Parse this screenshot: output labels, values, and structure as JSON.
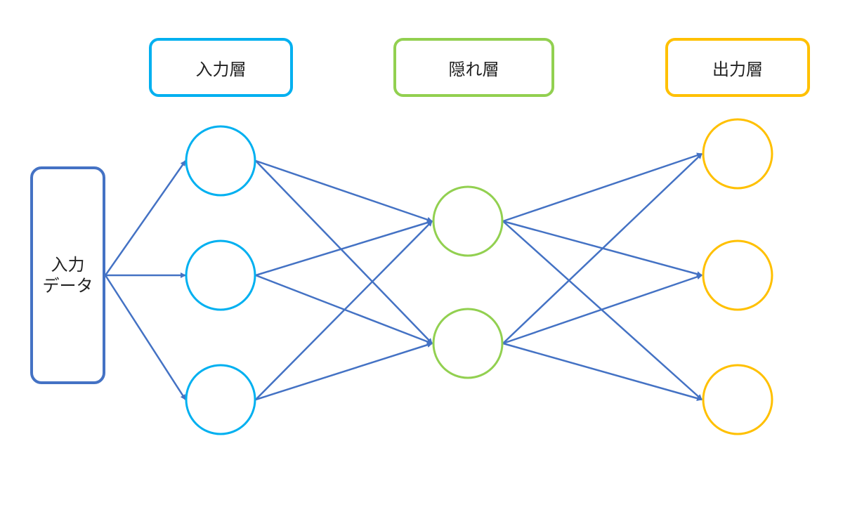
{
  "colors": {
    "input": "#00B0F0",
    "hidden": "#92D050",
    "output": "#FFC000",
    "arrow": "#4472C4"
  },
  "labels": {
    "input_layer": "入力層",
    "hidden_layer": "隠れ層",
    "output_layer": "出力層"
  },
  "input_data": {
    "line1": "入力",
    "line2": "データ"
  },
  "network": {
    "input_nodes": 3,
    "hidden_nodes": 2,
    "output_nodes": 3
  }
}
